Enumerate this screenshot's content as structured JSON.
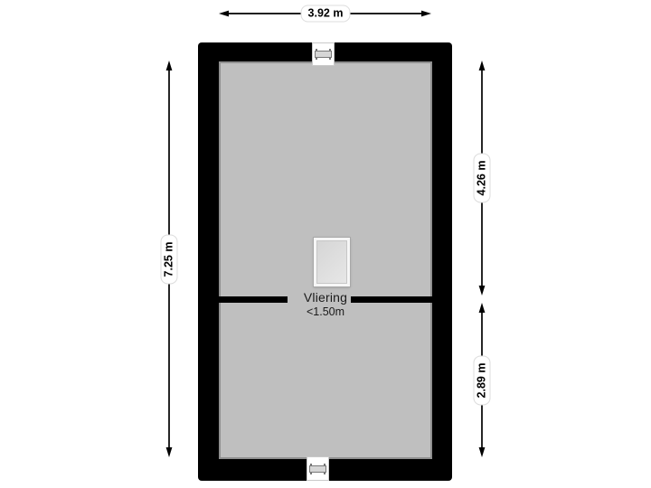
{
  "room": {
    "name": "Vliering",
    "height_note": "<1.50m"
  },
  "dimensions": {
    "top_width": "3.92 m",
    "left_height": "7.25 m",
    "right_upper_height": "4.26 m",
    "right_lower_height": "2.89 m"
  },
  "colors": {
    "background": "#ffffff",
    "wall": "#000000",
    "floor": "#bfbfbf",
    "floor_edge": "#8f8f8f",
    "skylight_fill": "#e0e0e0",
    "skylight_frame": "#f6f6f6",
    "window_fill": "#ffffff",
    "glazing": "#d6d6d6",
    "dimension_line": "#000000",
    "label_background": "#ffffff",
    "text": "#1a1a1a"
  }
}
